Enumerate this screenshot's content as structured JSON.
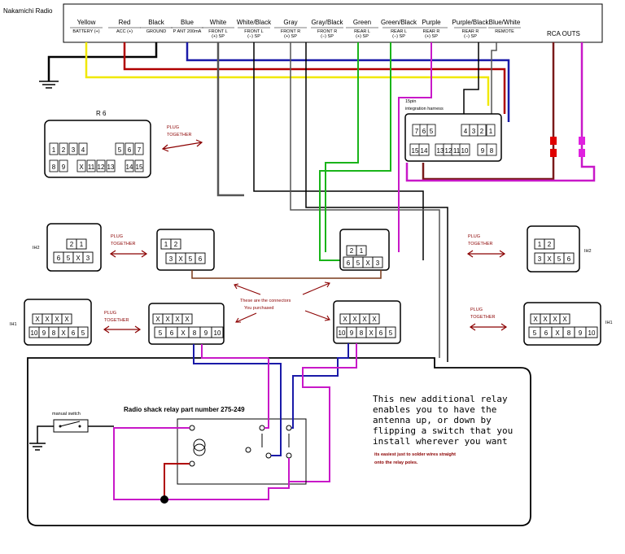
{
  "radio_title": "Nakamichi Radio",
  "top_wires": [
    {
      "color_name": "Yellow",
      "function": "BATTERY (+)"
    },
    {
      "color_name": "Red",
      "function": "ACC (+)"
    },
    {
      "color_name": "Black",
      "function": "GROUND"
    },
    {
      "color_name": "Blue",
      "function": "P ANT 200mA"
    },
    {
      "color_name": "White",
      "function": "FRONT L (+) SP"
    },
    {
      "color_name": "White/Black",
      "function": "FRONT L (−) SP"
    },
    {
      "color_name": "Gray",
      "function": "FRONT R (+) SP"
    },
    {
      "color_name": "Gray/Black",
      "function": "FRONT R (−) SP"
    },
    {
      "color_name": "Green",
      "function": "REAR L (+) SP"
    },
    {
      "color_name": "Green/Black",
      "function": "REAR L (−) SP"
    },
    {
      "color_name": "Purple",
      "function": "REAR R (+) SP"
    },
    {
      "color_name": "Purple/Black",
      "function": "REAR R (−) SP"
    },
    {
      "color_name": "Blue/White",
      "function": "REMOTE"
    }
  ],
  "rca_label": "RCA OUTS",
  "harness": {
    "title_line1": "15pin",
    "title_line2": "integration harness",
    "top_pins": [
      "7",
      "6",
      "5",
      "4",
      "3",
      "2",
      "1"
    ],
    "bottom_pins": [
      "15",
      "14",
      "13",
      "12",
      "11",
      "10",
      "9",
      "8"
    ]
  },
  "r6": {
    "label": "R 6",
    "row1": [
      "1",
      "2",
      "3",
      "4",
      "5",
      "6",
      "7"
    ],
    "row2": [
      "8",
      "9",
      "X",
      "11",
      "12",
      "13",
      "14",
      "15"
    ]
  },
  "plug_together": [
    "PLUG",
    "TOGETHER"
  ],
  "ih2_label": "IH2",
  "ih1_label": "IH1",
  "ih2_pins_top": [
    "2",
    "1"
  ],
  "ih2_pins_bottom": [
    "6",
    "5",
    "X",
    "3"
  ],
  "ih2_mate_top": [
    "1",
    "2"
  ],
  "ih2_mate_bottom": [
    "3",
    "X",
    "5",
    "6"
  ],
  "ih1_pins_top": [
    "X",
    "X",
    "X",
    "X"
  ],
  "ih1_pins_bottom": [
    "10",
    "9",
    "8",
    "X",
    "6",
    "5"
  ],
  "ih1_mate_top": [
    "X",
    "X",
    "X",
    "X"
  ],
  "ih1_mate_bottom": [
    "5",
    "6",
    "X",
    "8",
    "9",
    "10"
  ],
  "connectors_note": [
    "These are the connectors",
    "You purchased"
  ],
  "relay_title": "Radio shack relay part number 275-249",
  "manual_switch": "manual switch",
  "note_lines": [
    "This new additional relay",
    "enables you to have the",
    "antenna up, or down by",
    "flipping a switch that you",
    "install wherever you want"
  ],
  "solder_note": [
    "its easiest just to solder wires straight",
    "onto the relay poles."
  ],
  "colors": {
    "yellow": "#f0e800",
    "red": "#b00000",
    "black": "#000000",
    "blue": "#1a1aa8",
    "purple": "#c818c8",
    "green": "#1ab41a",
    "gray": "#8a8a8a",
    "dark_red": "#8b0000",
    "rca_red": "#7a1a1a",
    "rca_purple": "#7a1a8a"
  }
}
